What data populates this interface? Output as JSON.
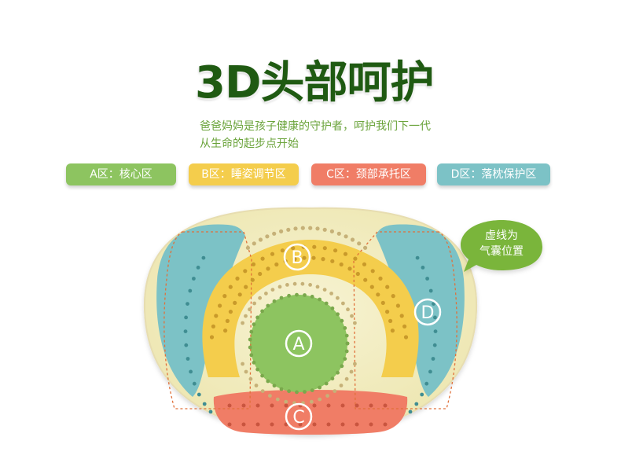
{
  "title": "3D头部呵护",
  "subtitle": {
    "line1": "爸爸妈妈是孩子健康的守护者，呵护我们下一代",
    "line2": "从生命的起步点开始"
  },
  "legend": [
    {
      "label": "A区：核心区",
      "color": "#8dc460"
    },
    {
      "label": "B区：睡姿调节区",
      "color": "#f4cd4c"
    },
    {
      "label": "C区：颈部承托区",
      "color": "#f07d66"
    },
    {
      "label": "D区：落枕保护区",
      "color": "#7cc2c6"
    }
  ],
  "zones": {
    "a": "A",
    "b": "B",
    "c": "C",
    "d": "D"
  },
  "callout": {
    "line1": "虚线为",
    "line2": "气囊位置",
    "color": "#7ab53a"
  },
  "colors": {
    "pillow_outer": "#f4f0c8",
    "pillow_inner": "#efe9b7",
    "dot": "#c6b178"
  }
}
